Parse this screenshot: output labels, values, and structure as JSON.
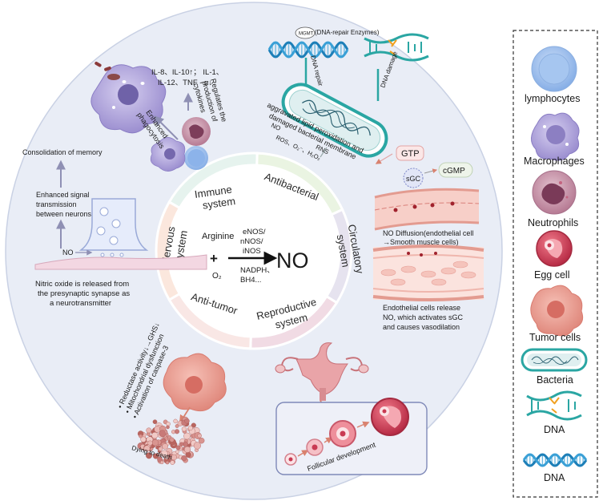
{
  "center": {
    "arginine": "Arginine",
    "plus": "+",
    "o2": "O₂",
    "enzymes_top": [
      "eNOS/",
      "nNOS/",
      "iNOS"
    ],
    "enzymes_bottom": [
      "NADPH、",
      "BH4..."
    ],
    "no": "NO"
  },
  "sectors": {
    "immune": [
      "Immune",
      "system"
    ],
    "antibacterial": "Antibacterial",
    "circulatory": [
      "Circulatory",
      "system"
    ],
    "reproductive": [
      "Reproductive",
      "system"
    ],
    "antitumor": "Anti-tumor",
    "nervous": [
      "Nervous",
      "system"
    ]
  },
  "immune_panel": {
    "cytokines_line1": "IL-8、IL-10↑； IL-1、",
    "cytokines_line2": "IL-12、TNF - α↓",
    "regulates": [
      "Regulates the",
      "production of",
      "cytokines"
    ],
    "enhanced": [
      "Enhanced",
      "phagocytosis"
    ]
  },
  "antibacterial_panel": {
    "dna_repair_enzymes": "(DNA-repair Enzymes)",
    "mgmt": "MGMT",
    "dna_repair": "DNA repair",
    "dna_damage": "DNA damage",
    "aggravated": [
      "aggravated lipid peroxidation and",
      "damaged bacterial membrane"
    ],
    "species": [
      "NO",
      "RNS",
      "ROS、O₂⁻、H₂O₂"
    ]
  },
  "circulatory_panel": {
    "gtp": "GTP",
    "sgc": "sGC",
    "cgmp": "cGMP",
    "diffusion": [
      "NO Diffusion(endothelial cell",
      "→Smooth muscle cells)"
    ],
    "release": [
      "Endothelial cells release",
      "NO, which activates sGC",
      "and causes vasodilation"
    ]
  },
  "reproductive_panel": {
    "follicular": "Follicular development"
  },
  "antitumor_panel": {
    "effects": [
      "Reductase activity↓→GHS↓",
      "Mitochondrial dysfunction",
      "Activation of caspase-3"
    ],
    "dying": "Dying to death"
  },
  "nervous_panel": {
    "memory": "Consolidation of memory",
    "enhanced_signal": [
      "Enhanced signal",
      "transmission",
      "between neurons"
    ],
    "no_label": "NO",
    "released": [
      "Nitric oxide is released from",
      "the presynaptic synapse as",
      "a neurotransmitter"
    ]
  },
  "legend": {
    "items": [
      "lymphocytes",
      "Macrophages",
      "Neutrophils",
      "Egg cell",
      "Tumor cells",
      "Bacteria",
      "DNA",
      "DNA"
    ]
  },
  "colors": {
    "immune": "#e6f3ee",
    "antibacterial": "#eaf4e2",
    "circulatory": "#e6e3ef",
    "reproductive": "#f1dbe4",
    "antitumor": "#f9e7e5",
    "nervous": "#fbe7dd",
    "outer_circle": "#e9edf6",
    "bacteria_teal": "#2aa6a3",
    "tumor_pink": "#e8948a",
    "macrophage_purple": "#a79ad6",
    "lymphocyte_blue": "#9cc0ee",
    "neutrophil_mauve": "#c98ea6",
    "egg_red": "#c93a52"
  }
}
